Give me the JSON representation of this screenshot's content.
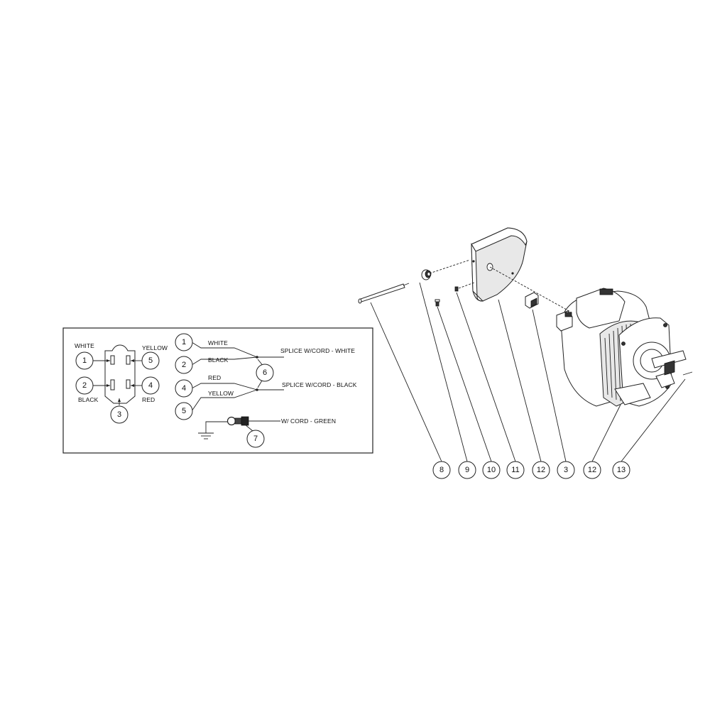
{
  "wiring_diagram": {
    "connector": {
      "pin_labels": {
        "white": "WHITE",
        "yellow": "YELLOW",
        "black": "BLACK",
        "red": "RED"
      },
      "callouts": [
        "1",
        "5",
        "2",
        "4",
        "3"
      ]
    },
    "splice_wires": {
      "callouts": [
        "1",
        "2",
        "4",
        "5",
        "6",
        "7"
      ],
      "wire_labels": [
        "WHITE",
        "BLACK",
        "RED",
        "YELLOW"
      ],
      "splice_white": "SPLICE W/CORD - WHITE",
      "splice_black": "SPLICE W/CORD - BLACK",
      "ground_label": "W/ CORD - GREEN"
    }
  },
  "exploded_view": {
    "callouts": [
      "8",
      "9",
      "10",
      "11",
      "12",
      "3",
      "12",
      "13"
    ]
  }
}
